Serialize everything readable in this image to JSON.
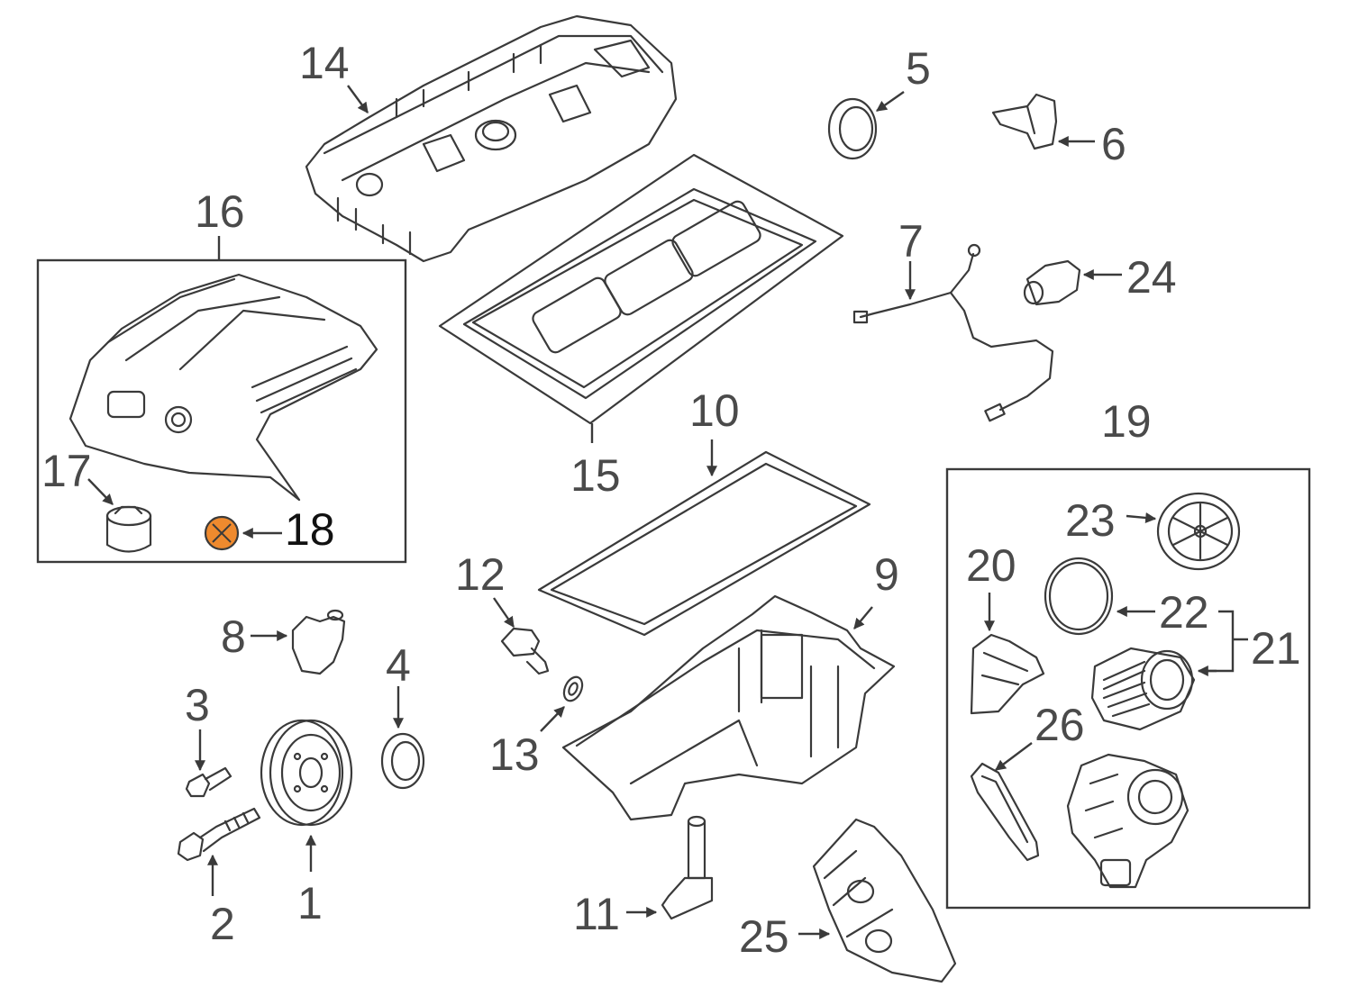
{
  "diagram": {
    "highlight_color": "#ef8a2e",
    "line_color": "#3a3a3a",
    "callouts": {
      "c1": "1",
      "c2": "2",
      "c3": "3",
      "c4": "4",
      "c5": "5",
      "c6": "6",
      "c7": "7",
      "c8": "8",
      "c9": "9",
      "c10": "10",
      "c11": "11",
      "c12": "12",
      "c13": "13",
      "c14": "14",
      "c15": "15",
      "c16": "16",
      "c17": "17",
      "c18": "18",
      "c19": "19",
      "c20": "20",
      "c21": "21",
      "c22": "22",
      "c23": "23",
      "c24": "24",
      "c25": "25",
      "c26": "26"
    },
    "highlighted_part": "18"
  }
}
